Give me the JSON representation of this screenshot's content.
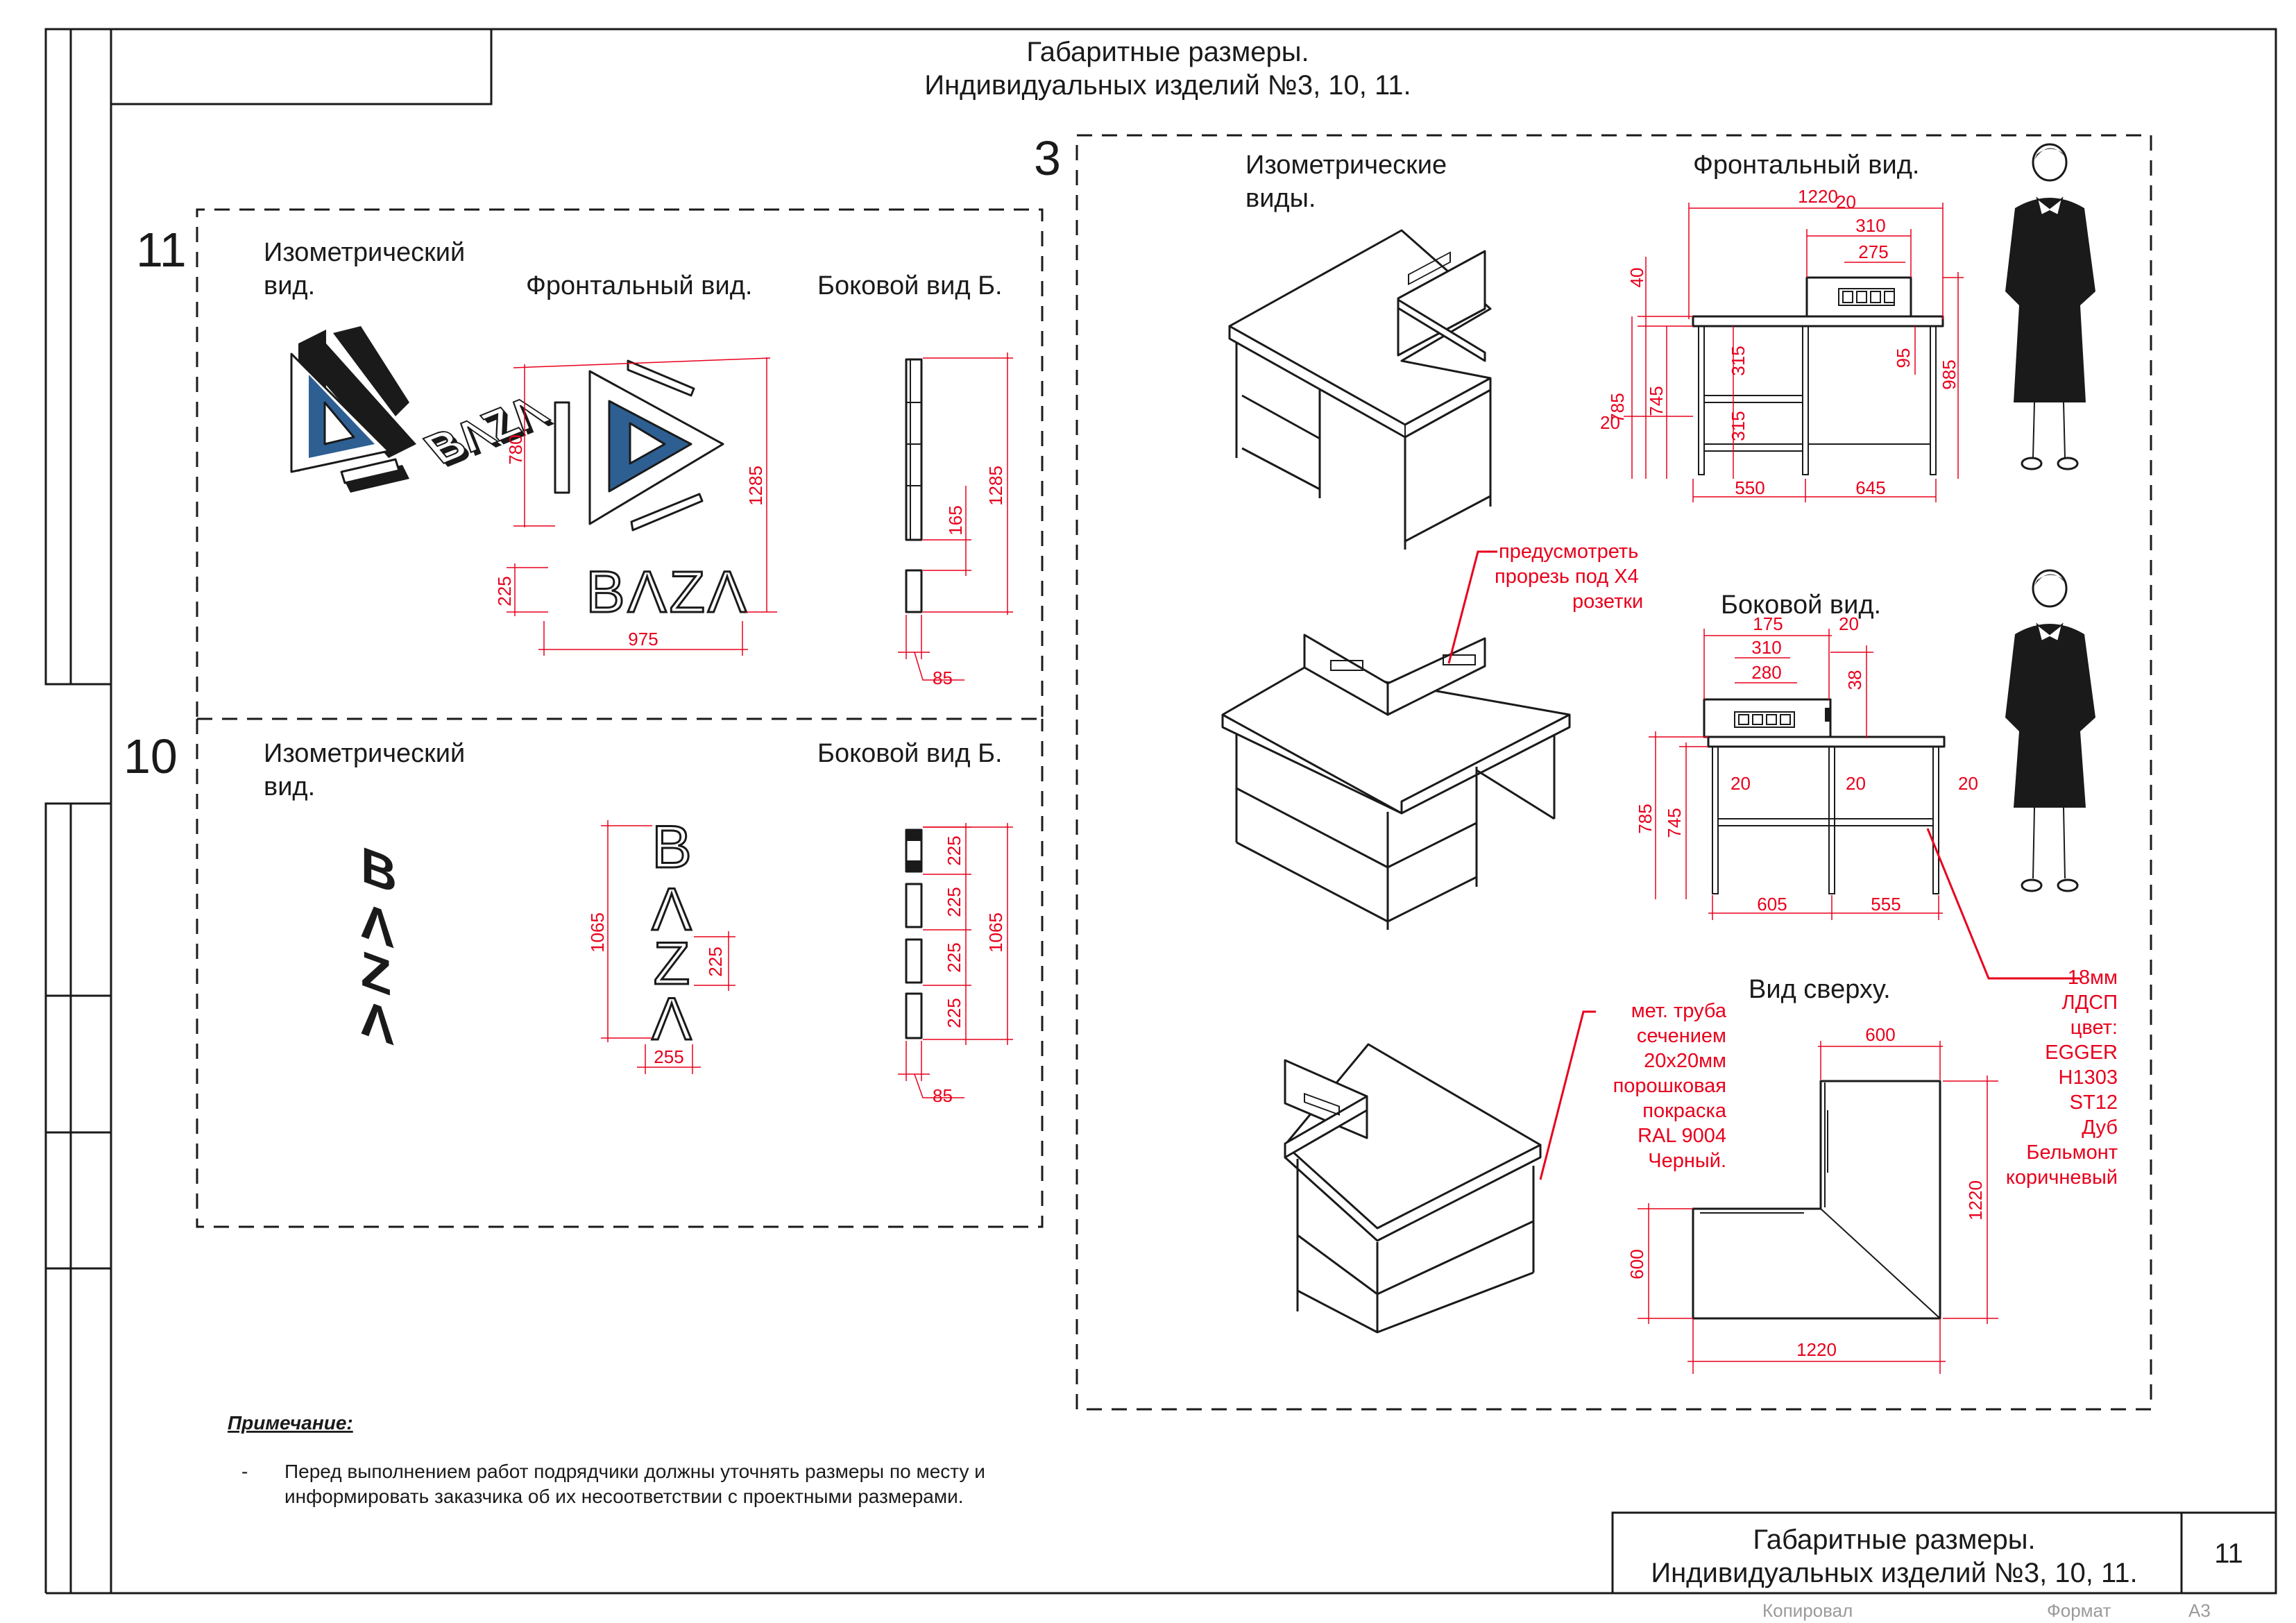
{
  "sheet": {
    "title_line1": "Габаритные размеры.",
    "title_line2": "Индивидуальных изделий №3, 10, 11.",
    "stamp_title_line1": "Габаритные размеры.",
    "stamp_title_line2": "Индивидуальных изделий №3, 10, 11.",
    "sheet_number": "11",
    "footer_copied": "Копировал",
    "footer_format": "Формат",
    "footer_format_value": "А3"
  },
  "items": {
    "item11": {
      "number": "11",
      "iso_title_line1": "Изометрический",
      "iso_title_line2": "вид.",
      "front_title": "Фронтальный вид.",
      "side_title": "Боковой вид Б.",
      "logo_text": "BΛZΛ",
      "dims": {
        "front_height": "780",
        "total_height": "1285",
        "text_height": "225",
        "width": "975",
        "side_height": "1285",
        "side_gap": "165",
        "side_depth": "85"
      }
    },
    "item10": {
      "number": "10",
      "iso_title_line1": "Изометрический",
      "iso_title_line2": "вид.",
      "side_title": "Боковой вид Б.",
      "letters": [
        "B",
        "Λ",
        "Z",
        "Λ"
      ],
      "dims": {
        "height": "1065",
        "letter_height": "225",
        "width": "255",
        "side_letter": [
          "225",
          "225",
          "225",
          "225"
        ],
        "side_height": "1065",
        "side_depth": "85"
      }
    },
    "item3": {
      "number": "3",
      "iso_title_line1": "Изометрические",
      "iso_title_line2": "виды.",
      "front_title": "Фронтальный вид.",
      "side_title": "Боковой вид.",
      "top_title": "Вид сверху.",
      "callout_socket": [
        "предусмотреть",
        "прорезь под Х4",
        "розетки"
      ],
      "callout_pipe": [
        "мет. труба",
        "сечением",
        "20х20мм",
        "порошковая",
        "покраска",
        "RAL 9004",
        "Черный."
      ],
      "callout_board": [
        "18мм",
        "ЛДСП",
        "цвет:",
        "EGGER",
        "H1303",
        "ST12",
        "Дуб",
        "Бельмонт",
        "коричневый"
      ],
      "front_dims": {
        "d1220": "1220",
        "d20a": "20",
        "d310": "310",
        "d275": "275",
        "d40": "40",
        "d785": "785",
        "d745": "745",
        "d20b": "20",
        "d315a": "315",
        "d315b": "315",
        "d95": "95",
        "d985": "985",
        "d550": "550",
        "d645": "645"
      },
      "side_dims": {
        "d175": "175",
        "d20a": "20",
        "d310": "310",
        "d280": "280",
        "d38": "38",
        "d785": "785",
        "d745": "745",
        "d20b": "20",
        "d20c": "20",
        "d20d": "20",
        "d605": "605",
        "d555": "555"
      },
      "top_dims": {
        "d600a": "600",
        "d1220a": "1220",
        "d600b": "600",
        "d1220b": "1220"
      }
    }
  },
  "note": {
    "heading": "Примечание:",
    "bullet": "-",
    "line1": "Перед выполнением работ подрядчики должны уточнять размеры по месту и",
    "line2": "информировать заказчика об их несоответствии с проектными размерами."
  }
}
